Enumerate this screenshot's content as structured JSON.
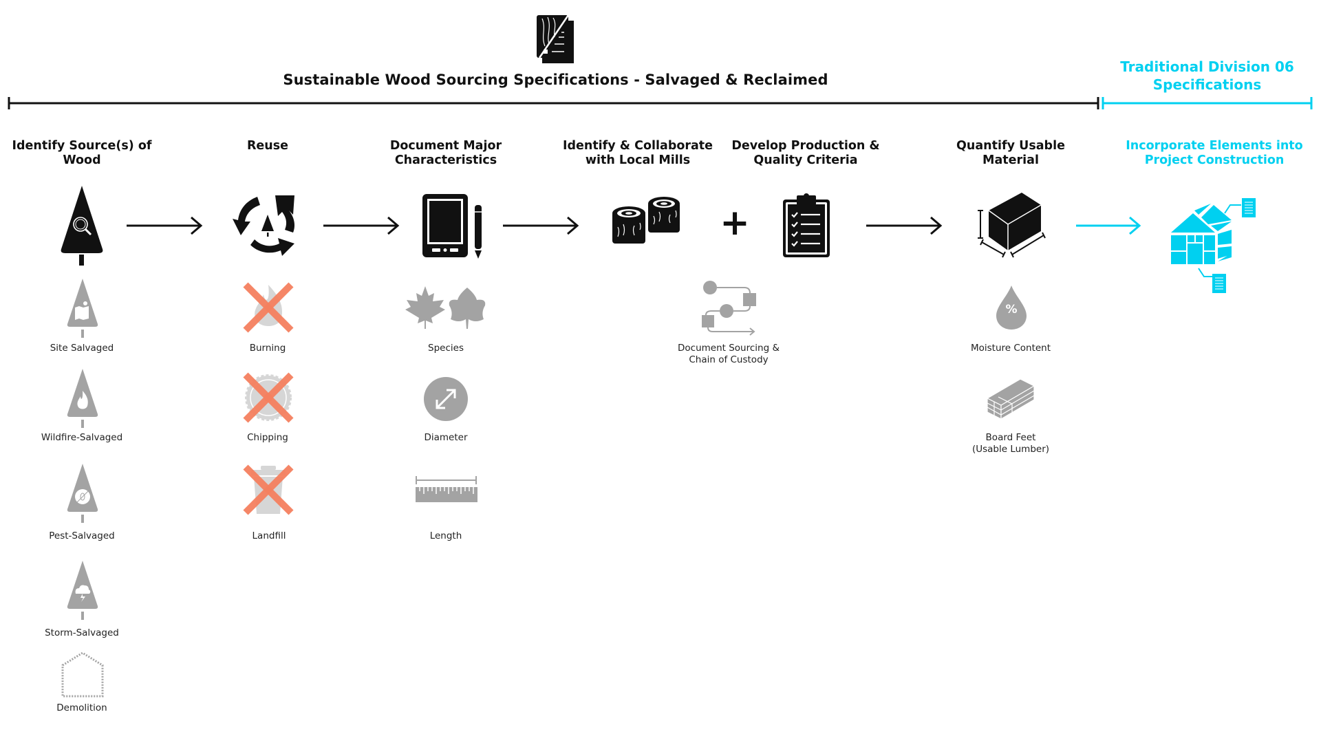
{
  "header": {
    "icon": "wood-document-icon",
    "title": "Sustainable Wood Sourcing Specifications - Salvaged & Reclaimed",
    "traditional_title_line1": "Traditional Division 06",
    "traditional_title_line2": "Specifications"
  },
  "colors": {
    "primary": "#111111",
    "accent_cyan": "#00d0f0",
    "gray_icon": "#a3a3a3",
    "cross_red": "#f5805f"
  },
  "steps": [
    {
      "title_line1": "Identify Source(s) of",
      "title_line2": "Wood",
      "icon": "tree-search-icon",
      "sub_items": [
        {
          "label": "Site Salvaged",
          "icon": "tree-map-icon"
        },
        {
          "label": "Wildfire-Salvaged",
          "icon": "tree-fire-icon"
        },
        {
          "label": "Pest-Salvaged",
          "icon": "tree-pest-icon"
        },
        {
          "label": "Storm-Salvaged",
          "icon": "tree-storm-icon"
        },
        {
          "label": "Demolition",
          "icon": "dotted-house-icon"
        }
      ]
    },
    {
      "title_line1": "Reuse",
      "title_line2": "",
      "icon": "recycle-tree-icon",
      "sub_items": [
        {
          "label": "Burning",
          "icon": "crossed-fire-icon"
        },
        {
          "label": "Chipping",
          "icon": "crossed-saw-blade-icon"
        },
        {
          "label": "Landfill",
          "icon": "crossed-trash-icon"
        }
      ]
    },
    {
      "title_line1": "Document Major",
      "title_line2": "Characteristics",
      "icon": "tablet-pen-icon",
      "sub_items": [
        {
          "label": "Species",
          "icon": "leaves-icon"
        },
        {
          "label": "Diameter",
          "icon": "diameter-icon"
        },
        {
          "label": "Length",
          "icon": "ruler-icon"
        }
      ]
    },
    {
      "title_line1": "Identify & Collaborate",
      "title_line2": "with Local Mills",
      "icon": "logs-icon",
      "sub_items": []
    },
    {
      "title_line1": "Develop Production &",
      "title_line2": "Quality Criteria",
      "icon": "clipboard-checklist-icon",
      "sub_items": []
    },
    {
      "title_line1": "Quantify Usable",
      "title_line2": "Material",
      "icon": "dimension-box-icon",
      "sub_items": [
        {
          "label": "Moisture Content",
          "icon": "moisture-drop-icon"
        },
        {
          "label_line1": "Board Feet",
          "label_line2": "(Usable Lumber)",
          "icon": "lumber-stack-icon"
        }
      ]
    },
    {
      "title_line1": "Incorporate Elements into",
      "title_line2": "Project Construction",
      "icon": "house-documents-icon",
      "sub_items": []
    }
  ],
  "shared_sub_item": {
    "label_line1": "Document Sourcing &",
    "label_line2": "Chain of Custody",
    "icon": "chain-of-custody-flow-icon"
  },
  "connectors": {
    "plus_symbol": "+"
  }
}
